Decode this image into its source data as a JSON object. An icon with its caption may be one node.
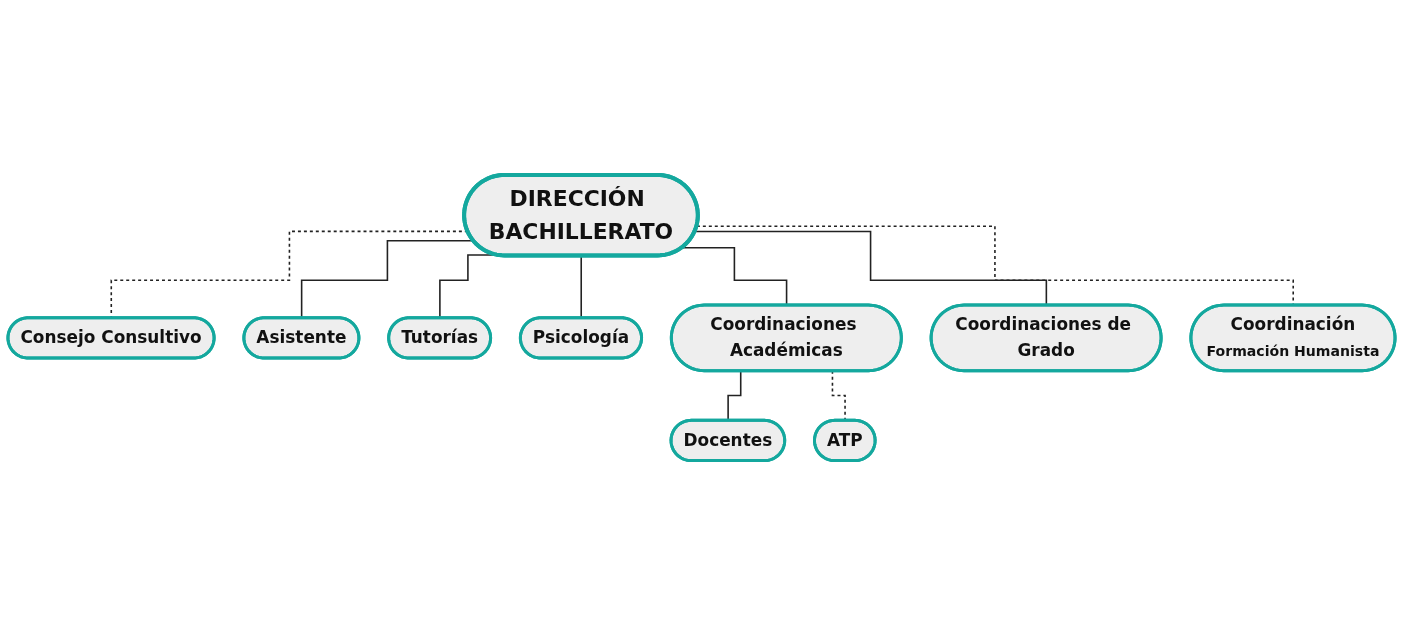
{
  "diagram": {
    "nodes": [
      {
        "text": [
          "DIRECCIÓN BACHILLERATO"
        ]
      },
      {
        "text": [
          "Consejo Consultivo"
        ]
      },
      {
        "text": [
          "Asistente"
        ]
      },
      {
        "text": [
          "Tutorías"
        ]
      },
      {
        "text": [
          "Psicología"
        ]
      },
      {
        "text": [
          "Coordinaciones Académicas"
        ]
      },
      {
        "text": [
          "Coordinaciones de Grado"
        ]
      },
      {
        "text": [
          "Coordinación",
          "Formación Humanista"
        ]
      },
      {
        "text": [
          "Docentes"
        ]
      },
      {
        "text": [
          "ATP"
        ]
      }
    ],
    "edges": [
      {
        "from": 0,
        "to": 1,
        "arrow": "none",
        "style": "dashed"
      },
      {
        "from": 0,
        "to": 2,
        "arrow": "none"
      },
      {
        "from": 0,
        "to": 3,
        "arrow": "none"
      },
      {
        "from": 0,
        "to": 4,
        "arrow": "none"
      },
      {
        "from": 0,
        "to": 5,
        "arrow": "none"
      },
      {
        "from": 0,
        "to": 6,
        "arrow": "none"
      },
      {
        "from": 0,
        "to": 7,
        "arrow": "none",
        "style": "dashed"
      },
      {
        "from": 5,
        "to": 8,
        "arrow": "none"
      },
      {
        "from": 5,
        "to": 9,
        "arrow": "none",
        "style": "dashed"
      }
    ]
  }
}
